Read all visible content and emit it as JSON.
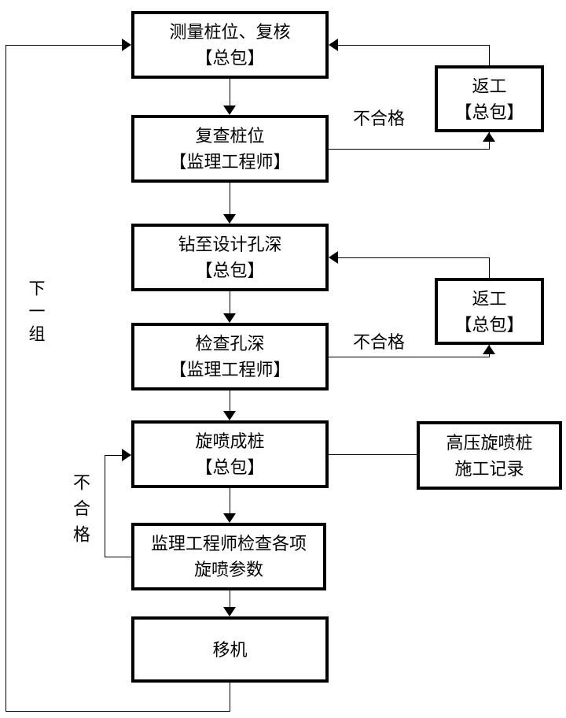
{
  "nodes": {
    "survey": {
      "line1": "测量桩位、复核",
      "line2": "【总包】"
    },
    "recheck": {
      "line1": "复查桩位",
      "line2": "【监理工程师】"
    },
    "drill": {
      "line1": "钻至设计孔深",
      "line2": "【总包】"
    },
    "check_depth": {
      "line1": "检查孔深",
      "line2": "【监理工程师】"
    },
    "jet_pile": {
      "line1": "旋喷成桩",
      "line2": "【总包】"
    },
    "supervisor_check": {
      "line1": "监理工程师检查各项",
      "line2": "旋喷参数"
    },
    "move_rig": {
      "line1": "移机",
      "line2": ""
    },
    "rework_top": {
      "line1": "返工",
      "line2": "【总包】"
    },
    "rework_mid": {
      "line1": "返工",
      "line2": "【总包】"
    },
    "record": {
      "line1": "高压旋喷桩",
      "line2": "施工记录"
    }
  },
  "labels": {
    "fail_top": "不合格",
    "fail_mid": "不合格",
    "fail_left_vertical": "不合格",
    "next_group_vertical": "下一组"
  },
  "colors": {
    "line": "#000000",
    "background": "#ffffff",
    "text": "#000000"
  }
}
